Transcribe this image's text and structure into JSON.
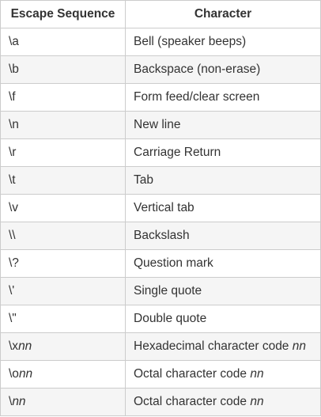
{
  "table": {
    "headers": [
      "Escape Sequence",
      "Character"
    ],
    "rows": [
      {
        "seq": "\\a",
        "seq_prefix": "",
        "seq_italic": "",
        "desc": "Bell (speaker beeps)",
        "desc_italic": ""
      },
      {
        "seq": "\\b",
        "seq_prefix": "",
        "seq_italic": "",
        "desc": "Backspace (non-erase)",
        "desc_italic": ""
      },
      {
        "seq": "\\f",
        "seq_prefix": "",
        "seq_italic": "",
        "desc": "Form feed/clear screen",
        "desc_italic": ""
      },
      {
        "seq": "\\n",
        "seq_prefix": "",
        "seq_italic": "",
        "desc": "New line",
        "desc_italic": ""
      },
      {
        "seq": "\\r",
        "seq_prefix": "",
        "seq_italic": "",
        "desc": "Carriage Return",
        "desc_italic": ""
      },
      {
        "seq": "\\t",
        "seq_prefix": "",
        "seq_italic": "",
        "desc": "Tab",
        "desc_italic": ""
      },
      {
        "seq": "\\v",
        "seq_prefix": "",
        "seq_italic": "",
        "desc": "Vertical tab",
        "desc_italic": ""
      },
      {
        "seq": "\\\\",
        "seq_prefix": "",
        "seq_italic": "",
        "desc": "Backslash",
        "desc_italic": ""
      },
      {
        "seq": "\\?",
        "seq_prefix": "",
        "seq_italic": "",
        "desc": "Question mark",
        "desc_italic": ""
      },
      {
        "seq": "\\'",
        "seq_prefix": "",
        "seq_italic": "",
        "desc": "Single quote",
        "desc_italic": ""
      },
      {
        "seq": "\\\"",
        "seq_prefix": "",
        "seq_italic": "",
        "desc": "Double quote",
        "desc_italic": ""
      },
      {
        "seq": "",
        "seq_prefix": "\\x",
        "seq_italic": "nn",
        "desc": "Hexadecimal character code ",
        "desc_italic": "nn"
      },
      {
        "seq": "",
        "seq_prefix": "\\o",
        "seq_italic": "nn",
        "desc": "Octal character code ",
        "desc_italic": "nn"
      },
      {
        "seq": "",
        "seq_prefix": "\\",
        "seq_italic": "nn",
        "desc": "Octal character code ",
        "desc_italic": "nn"
      }
    ]
  },
  "colors": {
    "border": "#cccccc",
    "text": "#333333",
    "row_shade": "#f5f5f5"
  }
}
